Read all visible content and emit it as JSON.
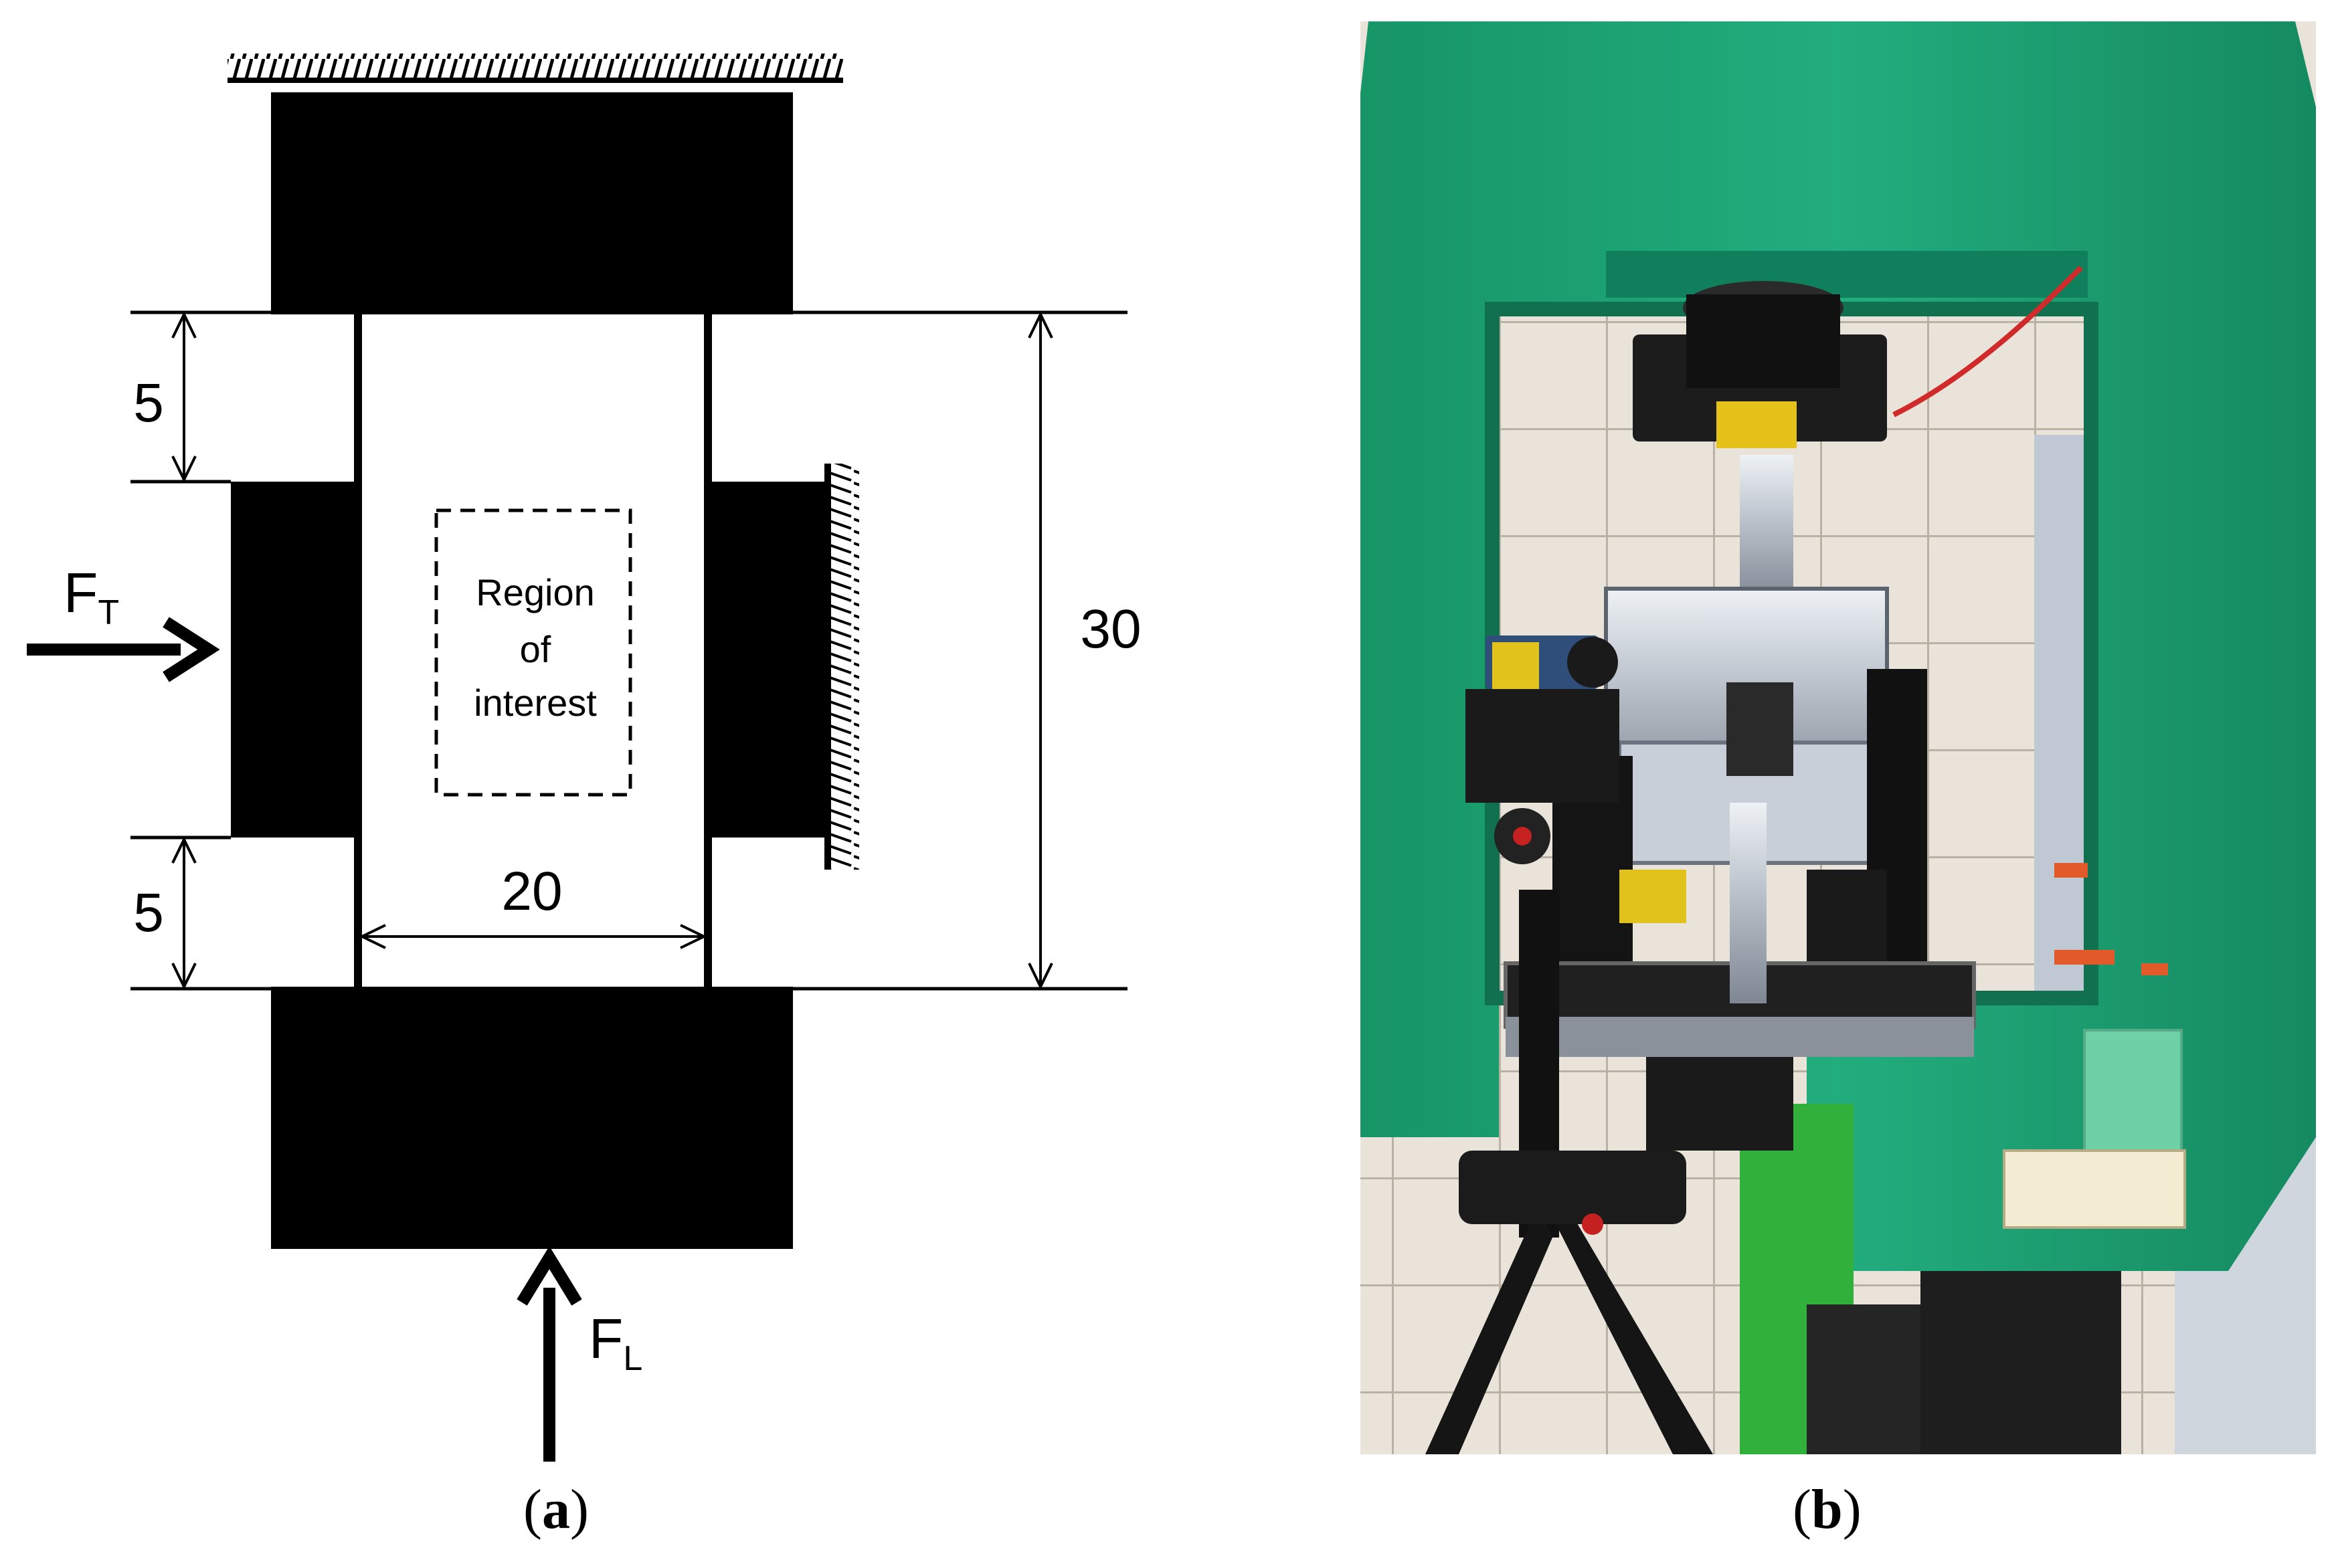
{
  "panel_a": {
    "caption_letter": "a",
    "dim_top": "5",
    "dim_bottom": "5",
    "dim_width": "20",
    "dim_height": "30",
    "force_transverse": {
      "symbol": "F",
      "subscript": "T"
    },
    "force_longitudinal": {
      "symbol": "F",
      "subscript": "L"
    },
    "region_label": {
      "line1": "Region",
      "line2": "of",
      "line3": "interest"
    }
  },
  "panel_b": {
    "caption_letter": "b",
    "photo_subject": "test-rig-photo"
  },
  "colors": {
    "frame_green": "#1fa87a",
    "base_green": "#2ecc40",
    "wall_tile": "#e7e0d6",
    "black": "#000000"
  }
}
